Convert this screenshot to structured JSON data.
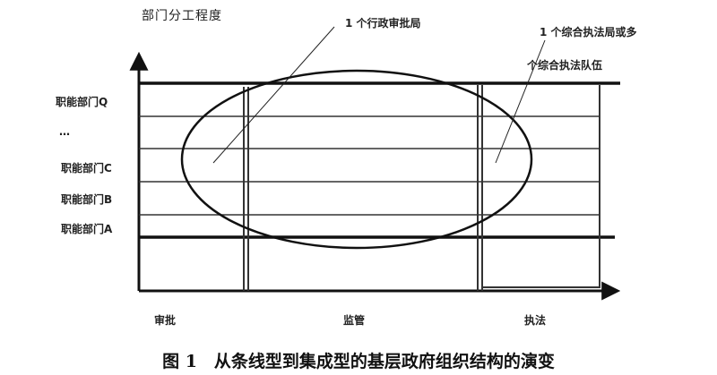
{
  "diagram": {
    "y_axis_label": "部门分工程度",
    "rows": [
      "职能部门Q",
      "…",
      "职能部门C",
      "职能部门B",
      "职能部门A"
    ],
    "columns": [
      "审批",
      "监管",
      "执法"
    ],
    "annotation_left": "1 个行政审批局",
    "annotation_right_line1": "1 个综合执法局或多",
    "annotation_right_line2": "个综合执法队伍",
    "caption": "图 1　从条线型到集成型的基层政府组织结构的演变"
  }
}
